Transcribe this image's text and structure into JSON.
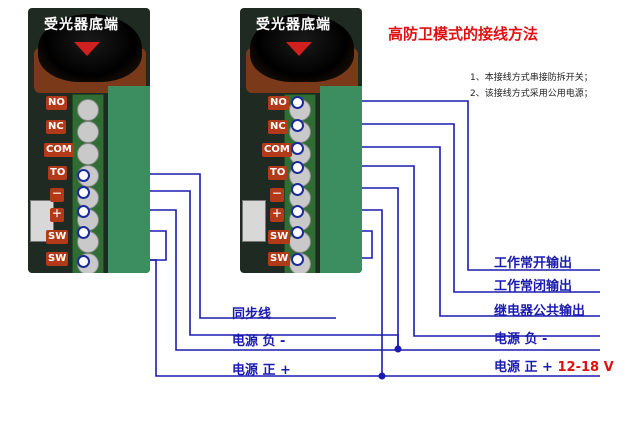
{
  "heading": "高防卫模式的接线方法",
  "notes": [
    "1、本接线方式串接防拆开关；",
    "2、该接线方式采用公用电源；"
  ],
  "sensor_label": "受光器底端",
  "terminals": [
    "NO",
    "NC",
    "COM",
    "TO",
    "－",
    "＋",
    "SW",
    "SW"
  ],
  "wire_labels": {
    "sync": "同步线",
    "neg_left": "电源 负 -",
    "pos_left": "电源 正 +",
    "no_out": "工作常开输出",
    "nc_out": "工作常闭输出",
    "com_out": "继电器公共输出",
    "neg_right": "电源 负 -",
    "pos_right": "电源 正 +",
    "pos_right_voltage": "12-18 V"
  },
  "colors": {
    "wire": "#1b1bb0",
    "heading": "#e01010",
    "label_bg": "#b23a18",
    "voltage": "#e01010"
  }
}
